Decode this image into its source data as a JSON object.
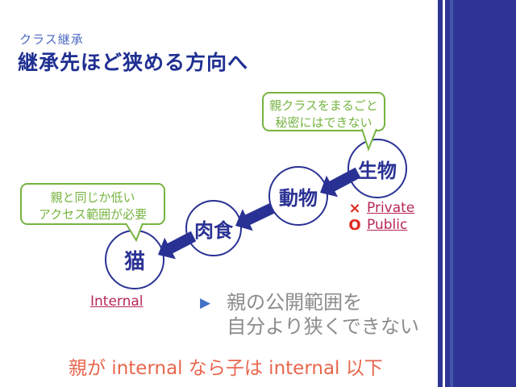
{
  "slide": {
    "kicker": "クラス継承",
    "title": "継承先ほど狭める方向へ"
  },
  "bubbles": {
    "top": {
      "line1": "親クラスをまるごと",
      "line2": "秘密にはできない"
    },
    "left": {
      "line1": "親と同じか低い",
      "line2": "アクセス範囲が必要"
    }
  },
  "nodes": [
    {
      "label": "生物"
    },
    {
      "label": "動物"
    },
    {
      "label": "肉食"
    },
    {
      "label": "猫"
    }
  ],
  "access": {
    "private_mark": "×",
    "private_label": "Private",
    "public_mark": "O",
    "public_label": "Public",
    "internal_label": "Internal"
  },
  "bullet": {
    "marker": "▶",
    "line1": "親の公開範囲を",
    "line2": "自分より狭くできない"
  },
  "footer": {
    "text": "親が internal なら子は internal 以下"
  },
  "colors": {
    "navy": "#2a3194",
    "title_blue": "#1f2f92",
    "kicker_blue": "#4e6ac1",
    "green": "#76b441",
    "red_mark": "#e0291d",
    "maroon_link": "#b8265a",
    "gray_text": "#8c8c8c",
    "orange_footer": "#e8664d",
    "bullet_blue": "#4472c4",
    "edge_navy": "#2d3493",
    "edge_stripe": "#4256ac"
  }
}
